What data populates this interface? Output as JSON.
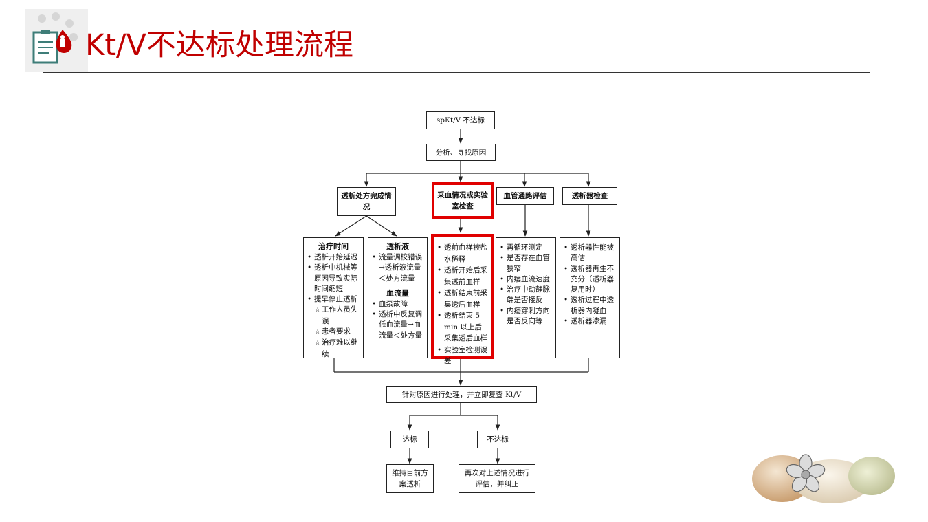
{
  "slide": {
    "title": "Kt/V不达标处理流程"
  },
  "flowchart": {
    "start": "spKt/V 不达标",
    "analyze": "分析、寻找原因",
    "categories": [
      {
        "label": "透析处方完成情况"
      },
      {
        "label": "采血情况或实验室检查",
        "highlighted": true
      },
      {
        "label": "血管通路评估"
      },
      {
        "label": "透析器检查"
      }
    ],
    "details": {
      "treatment_time": {
        "heading": "治疗时间",
        "items": [
          "透析开始延迟",
          "透析中机械等原因导致实际时间缩短",
          "提早停止透析"
        ],
        "sub_items": [
          "工作人员失误",
          "患者要求",
          "治疗难以继续"
        ]
      },
      "dialysate": {
        "heading": "透析液",
        "items": [
          "流量调校错误→透析液流量＜处方流量"
        ],
        "subheading": "血流量",
        "sub_items": [
          "血泵故障",
          "透析中反复调低血流量→血流量＜处方量"
        ]
      },
      "sampling": {
        "highlighted": true,
        "items": [
          "透前血样被盐水稀释",
          "透析开始后采集透前血样",
          "透析结束前采集透后血样",
          "透析结束 5 min 以上后采集透后血样",
          "实验室检测误差"
        ]
      },
      "access": {
        "items": [
          "再循环测定",
          "是否存在血管狭窄",
          "内瘘血流速度",
          "治疗中动静脉端是否接反",
          "内瘘穿刺方向是否反向等"
        ]
      },
      "dialyzer": {
        "items": [
          "透析器性能被高估",
          "透析器再生不充分（透析器复用时）",
          "透析过程中透析器内凝血",
          "透析器渗漏"
        ]
      }
    },
    "action": "针对原因进行处理，并立即复查 Kt/V",
    "outcomes": [
      {
        "label": "达标",
        "result": "维持目前方案透析"
      },
      {
        "label": "不达标",
        "result": "再次对上述情况进行评估，并纠正"
      }
    ]
  },
  "colors": {
    "title": "#c00000",
    "highlight": "#e00000",
    "line": "#222222"
  },
  "icons": {
    "logo": "clipboard-doctor-icon",
    "decoration": "pebbles-flower-icon"
  }
}
